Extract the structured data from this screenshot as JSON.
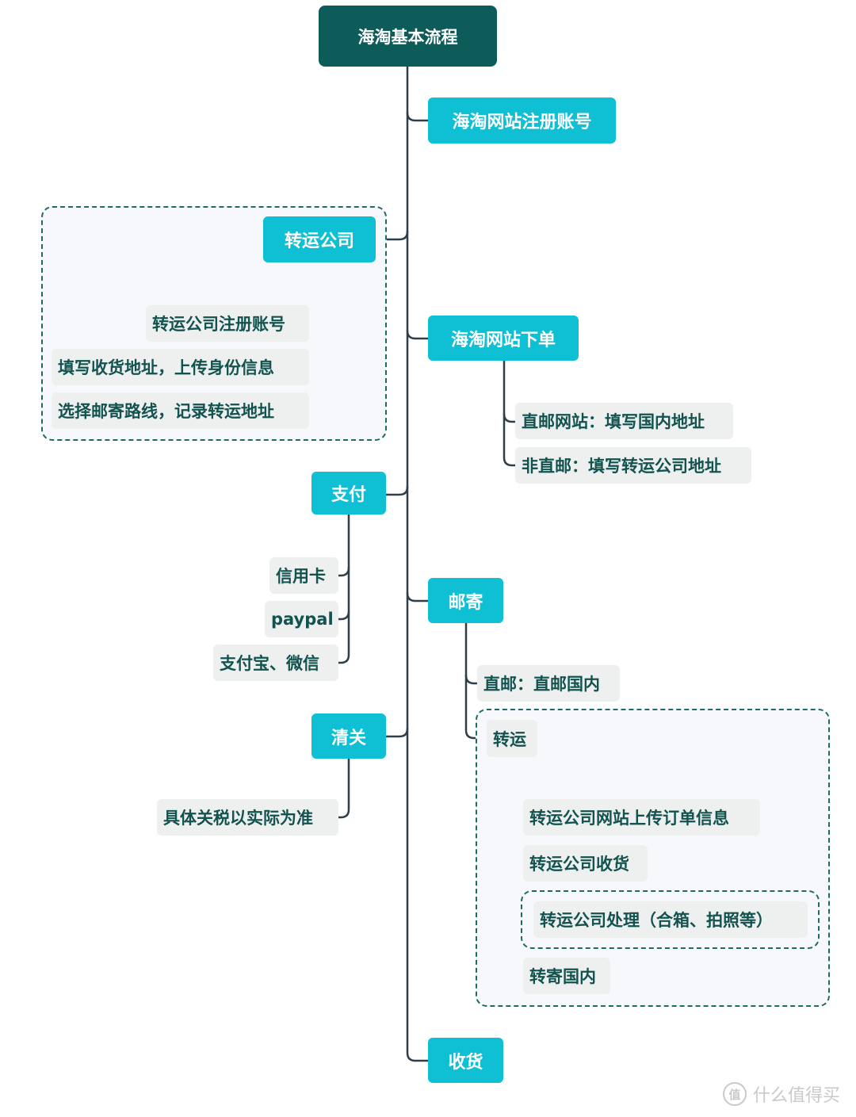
{
  "title": "海淘基本流程",
  "steps": {
    "register": "海淘网站注册账号",
    "forwarder": {
      "label": "转运公司",
      "items": [
        "转运公司注册账号",
        "填写收货地址，上传身份信息",
        "选择邮寄路线，记录转运地址"
      ]
    },
    "order": {
      "label": "海淘网站下单",
      "items": [
        "直邮网站：填写国内地址",
        "非直邮：填写转运公司地址"
      ]
    },
    "payment": {
      "label": "支付",
      "items": [
        "信用卡",
        "paypal",
        "支付宝、微信"
      ]
    },
    "shipping": {
      "label": "邮寄",
      "direct": "直邮：直邮国内",
      "forward": {
        "label": "转运",
        "items": [
          "转运公司网站上传订单信息",
          "转运公司收货",
          "转运公司处理（合箱、拍照等）",
          "转寄国内"
        ]
      }
    },
    "customs": {
      "label": "清关",
      "items": [
        "具体关税以实际为准"
      ]
    },
    "receive": "收货"
  },
  "colors": {
    "root": "#0e5c5a",
    "main": "#0fbfd4",
    "sub_bg": "#eeefef",
    "sub_text": "#12534f",
    "line": "#2f3f4a",
    "group_border": "#1e6b66"
  },
  "watermark": {
    "logo": "值",
    "text": "什么值得买"
  }
}
